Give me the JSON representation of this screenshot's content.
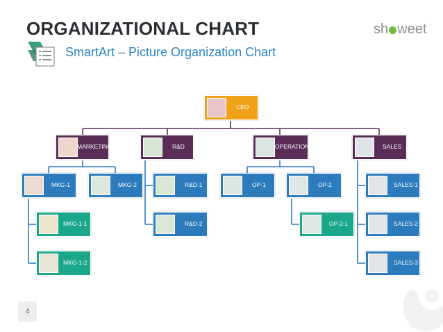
{
  "header": {
    "title": "ORGANIZATIONAL CHART",
    "subtitle": "SmartArt – Picture Organization Chart",
    "logo_left": "sh",
    "logo_right": "weet"
  },
  "page_number": "4",
  "colors": {
    "ceo": "#f0a11a",
    "department": "#5a2d57",
    "unit": "#2b7bbd",
    "subunit": "#1aa78a",
    "connector": "#5a2d57",
    "connector_blue": "#2b7bbd"
  },
  "chart": {
    "ceo": {
      "label": "CEO"
    },
    "departments": [
      {
        "label": "MARKETING"
      },
      {
        "label": "R&D"
      },
      {
        "label": "OPERATIONS"
      },
      {
        "label": "SALES"
      }
    ],
    "units": {
      "mkg1": "MKG-1",
      "mkg2": "MKG-2",
      "mkg11": "MKG-1-1",
      "mkg12": "MKG-1-2",
      "rd1": "R&D-1",
      "rd2": "R&D-2",
      "op1": "OP-1",
      "op2": "OP-2",
      "op21": "OP-2-1",
      "sales1": "SALES-1",
      "sales2": "SALES-2",
      "sales3": "SALES-3"
    }
  }
}
